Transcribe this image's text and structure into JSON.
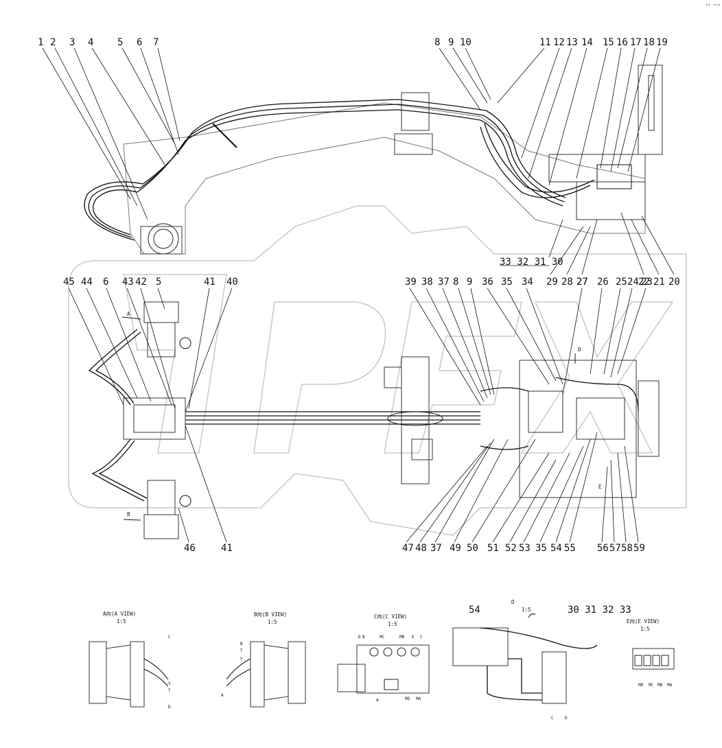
{
  "corner_mark": "ᵖ⁸ ᵃᵃᵃ",
  "top_view": {
    "callouts_top": [
      "1",
      "2",
      "3",
      "4",
      "5",
      "6",
      "7",
      "8",
      "9",
      "10",
      "11",
      "12",
      "13",
      "14",
      "15",
      "16",
      "17",
      "18",
      "19"
    ],
    "callouts_right": [
      "29",
      "28",
      "27",
      "22",
      "21",
      "20"
    ],
    "group_label": "33 32 31 30"
  },
  "plan_view": {
    "callouts_top": [
      "45",
      "44",
      "6",
      "43",
      "42",
      "5",
      "41",
      "40",
      "39",
      "38",
      "37",
      "8",
      "9",
      "36",
      "35",
      "34",
      "27",
      "26",
      "25",
      "24",
      "23"
    ],
    "callouts_bottom": [
      "46",
      "41",
      "47",
      "48",
      "37",
      "49",
      "50",
      "51",
      "52",
      "53",
      "35",
      "54",
      "55",
      "56",
      "57",
      "58",
      "59"
    ],
    "marker_A": "A",
    "marker_B": "B",
    "marker_D": "D",
    "marker_E": "E"
  },
  "detail_views": [
    {
      "title": "A向(A VIEW)",
      "scale": "1:5",
      "labels": [
        "C",
        "Y",
        "T",
        "D"
      ]
    },
    {
      "title": "B向(B VIEW)",
      "scale": "1:5",
      "labels": [
        "B",
        "T",
        "Y",
        "A"
      ]
    },
    {
      "title": "C向(C VIEW)",
      "scale": "1:5",
      "labels": [
        "D",
        "B",
        "MC",
        "MB",
        "E",
        "C",
        "A",
        "MD",
        "MA"
      ]
    },
    {
      "title": "D",
      "scale": "1:5",
      "labels": [
        "54",
        "30 31 32 33",
        "C",
        "D"
      ]
    },
    {
      "title": "E向(E VIEW)",
      "scale": "1:5",
      "labels": [
        "MD",
        "MC",
        "MB",
        "MA"
      ]
    }
  ]
}
